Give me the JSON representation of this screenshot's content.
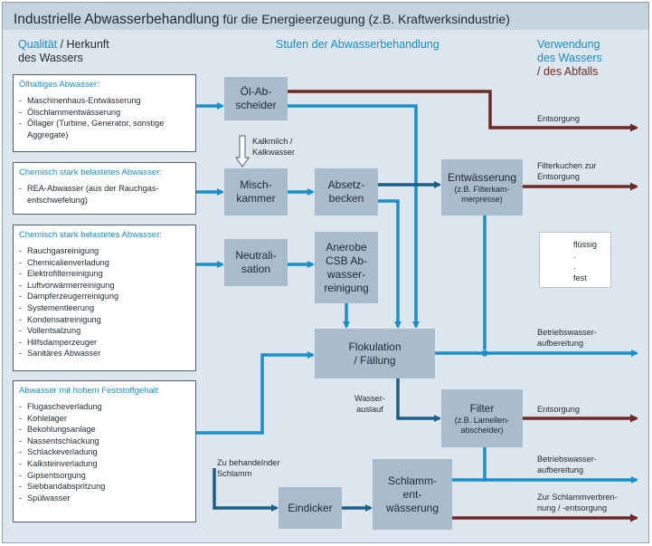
{
  "title": {
    "main": "Industrielle Abwasserbehandlung",
    "rest": " für die Energieerzeugung (z.B. Kraftwerksindustrie)"
  },
  "headers": {
    "left_a": "Qualität",
    "left_b": " / Herkunft",
    "left_c": "des Wassers",
    "center": "Stufen der Abwasserbehandlung",
    "right_a": "Verwendung",
    "right_b": "des Wassers",
    "right_c": "/ des Abfalls"
  },
  "sources": [
    {
      "heading": "Ölhaltiges Abwasser:",
      "items": [
        "Maschinenhaus-Entwässerung",
        "Ölschlammentwässerung",
        "Öllager (Turbine, Generator, sonstige Aggregate)"
      ]
    },
    {
      "heading": "Chemisch stark belastetes Abwasser:",
      "items": [
        "REA-Abwasser (aus der Rauchgas-entschwefelung)"
      ]
    },
    {
      "heading": "Chemisch stark belastetes Abwasser:",
      "items": [
        "Rauchgasreinigung",
        "Chemicalienverladung",
        "Elektrofilterreinigung",
        "Luftvorwärmerreinigung",
        "Dampferzeugerreinigung",
        "Systementleerung",
        "Kondensatreinigung",
        "Vollentsalzung",
        "Hilfsdamperzeuger",
        "Sanitäres Abwasser"
      ]
    },
    {
      "heading": "Abwasser mit hohem Feststoffgehalt:",
      "items": [
        "Flugascheverladung",
        "Kohlelager",
        "Bekohlungsanlage",
        "Nassentschlackung",
        "Schlackeverladung",
        "Kalksteinverladung",
        "Gipsentsorgung",
        "Siebbandabspritzung",
        "Spülwasser"
      ]
    }
  ],
  "process": {
    "oel": "Öl-Ab-\nscheider",
    "misch": "Misch-\nkammer",
    "absetz": "Absetz-\nbecken",
    "entw_title": "Entwässerung",
    "entw_sub": "(z.B. Filterkam-\nmerpresse)",
    "neutral": "Neutrali-\nsation",
    "anaerob": "Anerobe\nCSB Ab-\nwasser-\nreinigung",
    "flok": "Flokulation\n/ Fällung",
    "filter_title": "Filter",
    "filter_sub": "(z.B. Lamellen-\nabscheider)",
    "eindicker": "Eindicker",
    "schlamm": "Schlamm-\nent-\nwässerung"
  },
  "labels": {
    "kalkmilch": "Kalkmilch /\nKalkwasser",
    "wasserauslauf": "Wasser-\nauslauf",
    "zu_schlamm": "Zu behandelnder\nSchlamm"
  },
  "outputs": [
    "Entsorgung",
    "Filterkuchen zur\nEntsorgung",
    "Betriebswasser-\naufbereitung",
    "Entsorgung",
    "Betriebswasser-\naufbereitung",
    "Zur Schlammverbren-\nnung / -entsorgung"
  ],
  "legend": [
    {
      "label": "flüssig",
      "color": "#1a8fc9"
    },
    {
      "label": ".",
      "color": "#1c5f86"
    },
    {
      "label": ".",
      "color": "#1c5f86"
    },
    {
      "label": "fest",
      "color": "#6e2a24"
    }
  ],
  "colors": {
    "liquid": "#1a8fc9",
    "sludge": "#1c5f86",
    "solid": "#6e2a24",
    "process_box": "#a9bccb",
    "background": "#dde6ee"
  }
}
